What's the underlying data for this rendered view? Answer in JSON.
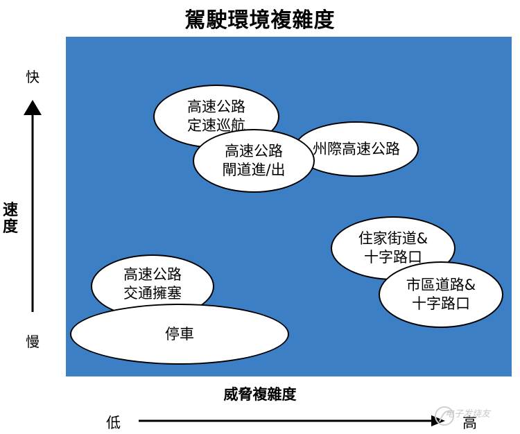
{
  "title": "駕駛環境複雜度",
  "y_axis": {
    "label": "速度",
    "high": "快",
    "low": "慢"
  },
  "x_axis": {
    "label": "威脅複雜度",
    "low": "低",
    "high": "高"
  },
  "panel_color": "#3d7fc4",
  "ellipses": {
    "highway_cruise": {
      "line1": "高速公路",
      "line2": "定速巡航"
    },
    "highway_ramp": {
      "line1": "高速公路",
      "line2": "閘道進/出"
    },
    "interstate": {
      "line1": "州際高速公路"
    },
    "residential": {
      "line1": "住家街道&",
      "line2": "十字路口"
    },
    "city": {
      "line1": "市區道路&",
      "line2": "十字路口"
    },
    "traffic_jam": {
      "line1": "高速公路",
      "line2": "交通擁塞"
    },
    "parking": {
      "line1": "停車"
    }
  },
  "watermark": "电子发烧友"
}
